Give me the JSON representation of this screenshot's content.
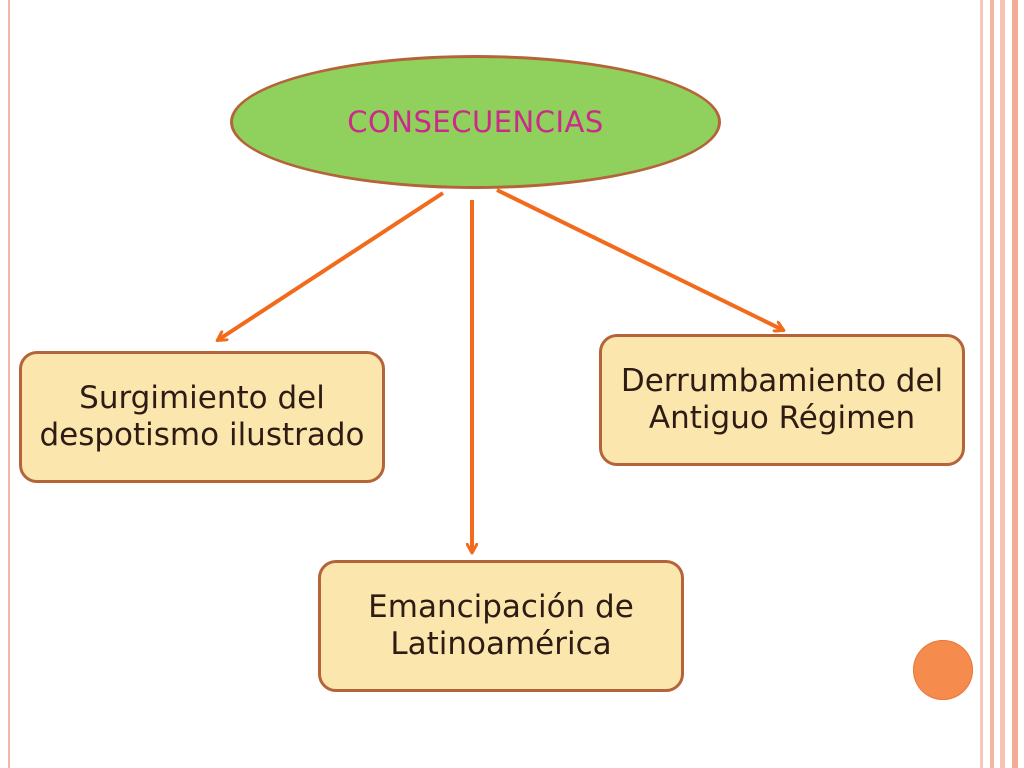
{
  "diagram": {
    "root": {
      "label": "CONSECUENCIAS"
    },
    "children": [
      {
        "id": "left",
        "label": "Surgimiento del despotismo ilustrado"
      },
      {
        "id": "right",
        "label": "Derrumbamiento del Antiguo Régimen"
      },
      {
        "id": "middle",
        "label": "Emancipación de Latinoamérica"
      }
    ],
    "edges": [
      {
        "from": "root",
        "to": "left"
      },
      {
        "from": "root",
        "to": "middle"
      },
      {
        "from": "root",
        "to": "right"
      }
    ]
  },
  "colors": {
    "root_fill": "#8fd15c",
    "root_text": "#cc2a8a",
    "box_fill": "#fbe7ae",
    "border": "#b5643a",
    "arrow": "#f26a1b",
    "accent_dot": "#f58b4c"
  }
}
